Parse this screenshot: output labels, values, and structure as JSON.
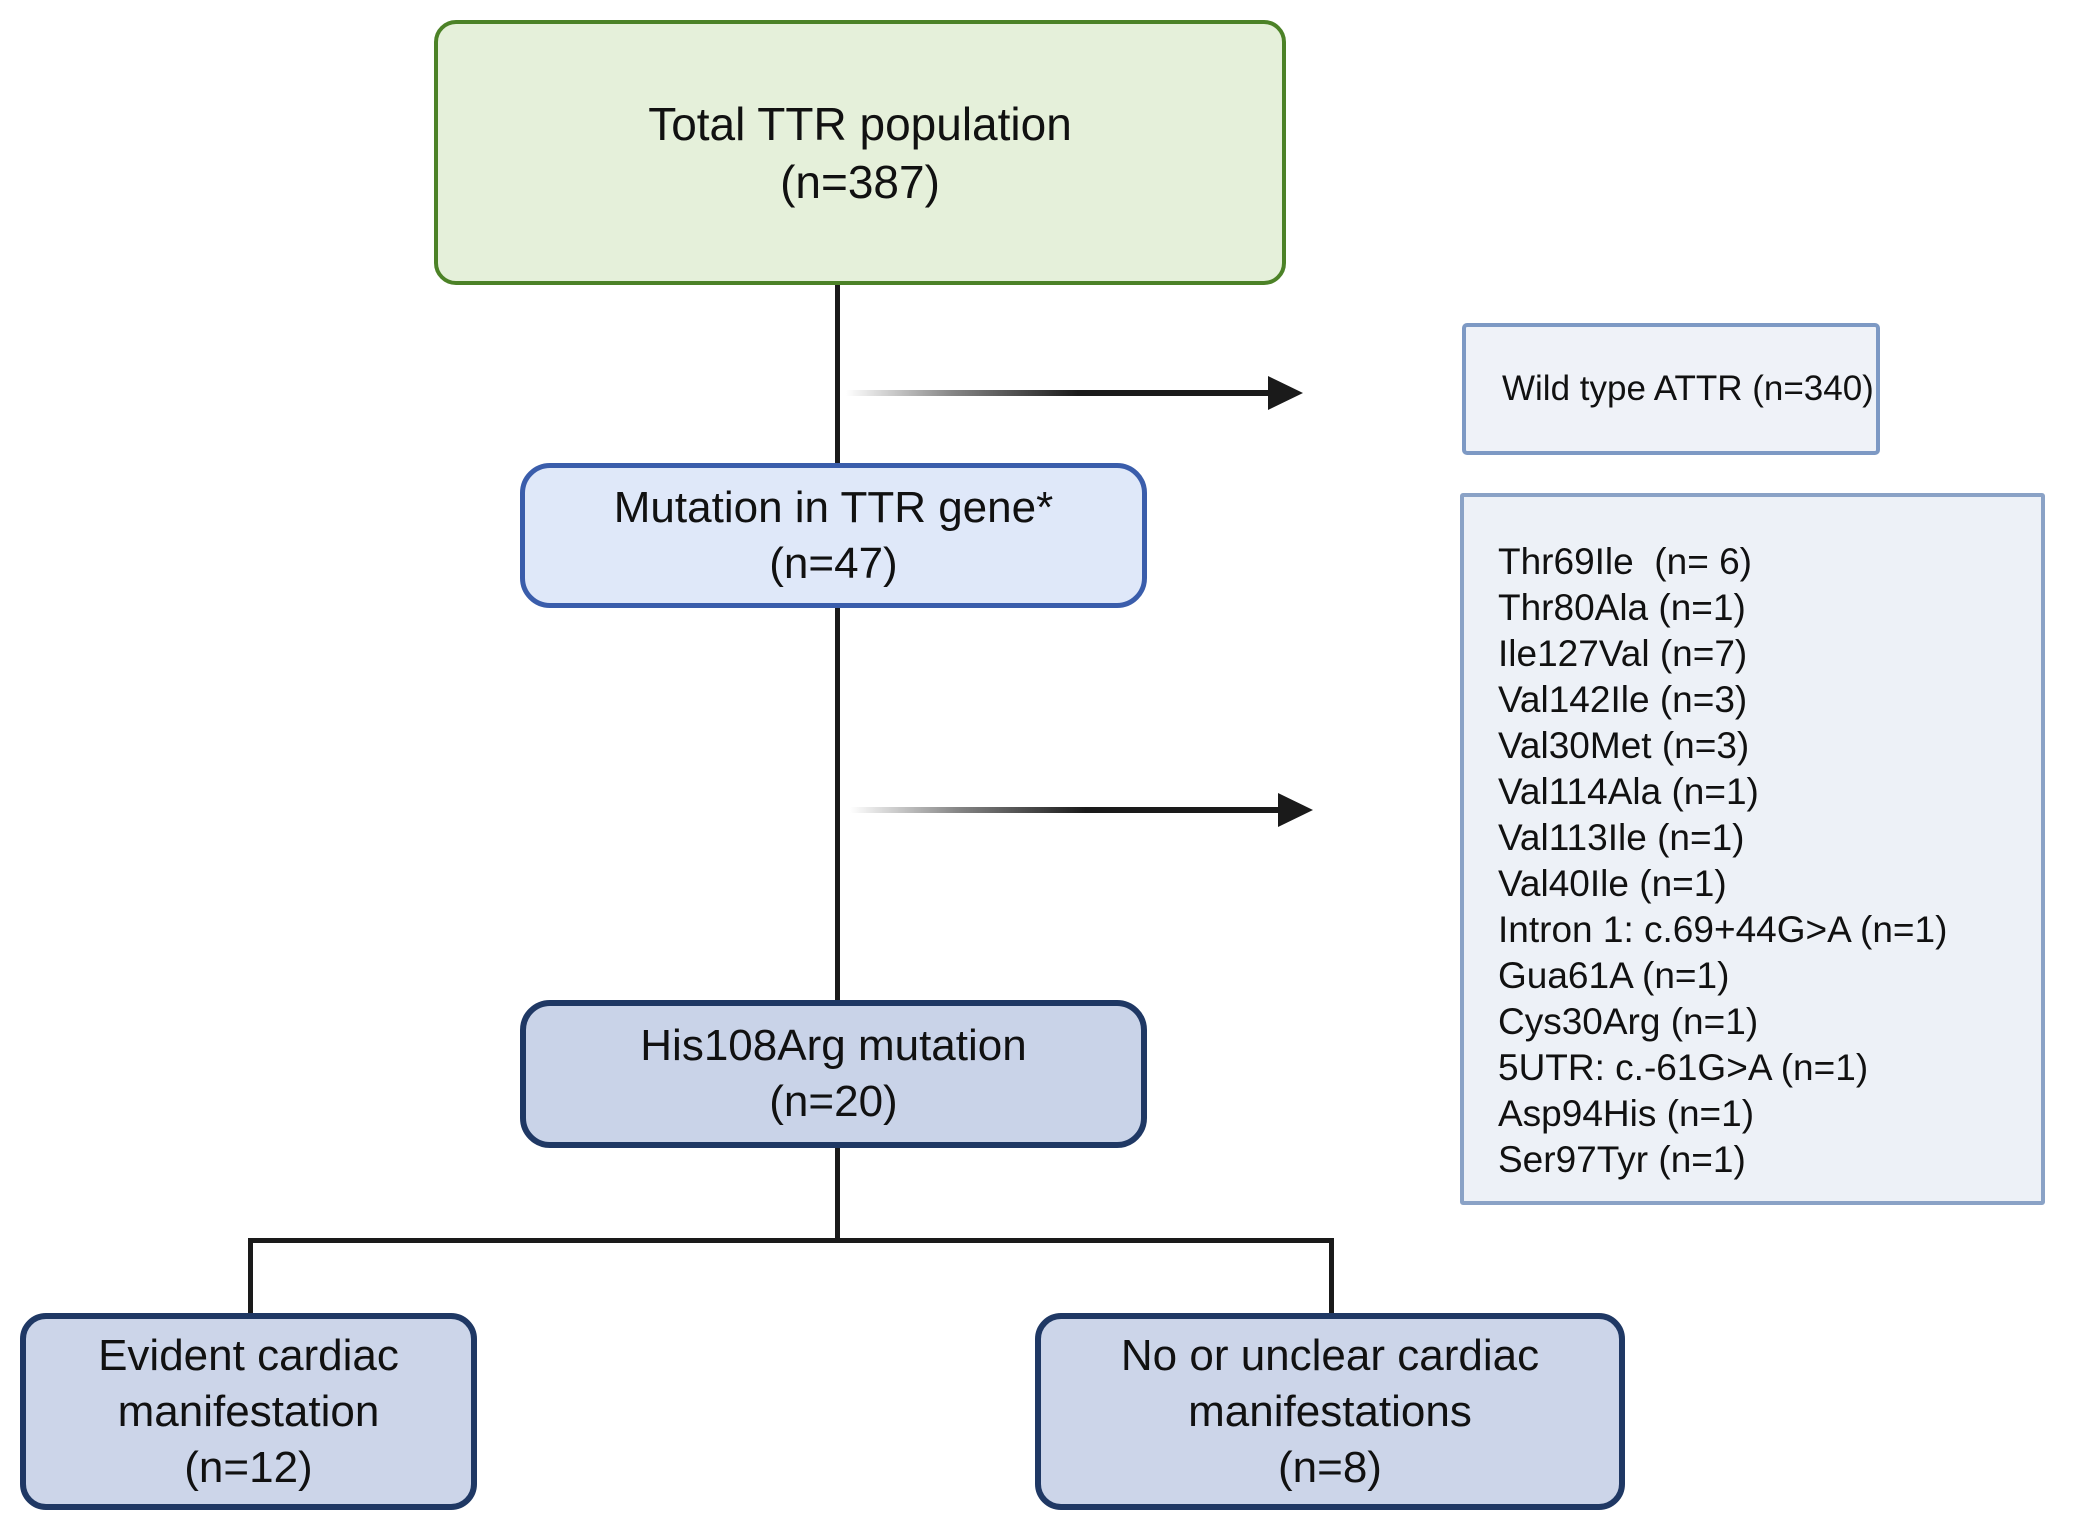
{
  "diagram": {
    "type": "flowchart",
    "background": "#ffffff",
    "colors": {
      "total_box_fill": "#e5f0da",
      "total_box_border": "#4c8227",
      "side_box_fill": "#eff2f8",
      "side_box_border": "#7d99c4",
      "list_box_fill": "#edf1f7",
      "list_box_border": "#8aa2c6",
      "mutation_box_fill": "#dfe8f9",
      "mutation_box_border": "#3a5dab",
      "dark_box_fill": "#ccd5e9",
      "dark_box_border": "#1f3864",
      "connector": "#1a1a1a"
    },
    "nodes": {
      "total": {
        "line1": "Total TTR population",
        "line2": "(n=387)"
      },
      "wild_type": {
        "label": "Wild type ATTR (n=340)"
      },
      "mutation": {
        "line1": "Mutation in TTR gene*",
        "line2": "(n=47)"
      },
      "his108arg": {
        "line1": "His108Arg mutation",
        "line2": "(n=20)"
      },
      "evident_cardiac": {
        "line1": "Evident cardiac",
        "line2": "manifestation",
        "line3": "(n=12)"
      },
      "no_unclear_cardiac": {
        "line1": "No or unclear cardiac",
        "line2": "manifestations",
        "line3": "(n=8)"
      }
    },
    "mutation_list": {
      "items": [
        "Thr69Ile  (n= 6)",
        "Thr80Ala (n=1)",
        "Ile127Val (n=7)",
        "Val142Ile (n=3)",
        "Val30Met (n=3)",
        "Val114Ala (n=1)",
        "Val113Ile (n=1)",
        "Val40Ile (n=1)",
        "Intron 1: c.69+44G>A (n=1)",
        "Gua61A (n=1)",
        "Cys30Arg (n=1)",
        "5UTR: c.-61G>A (n=1)",
        "Asp94His (n=1)",
        "Ser97Tyr (n=1)"
      ]
    }
  }
}
